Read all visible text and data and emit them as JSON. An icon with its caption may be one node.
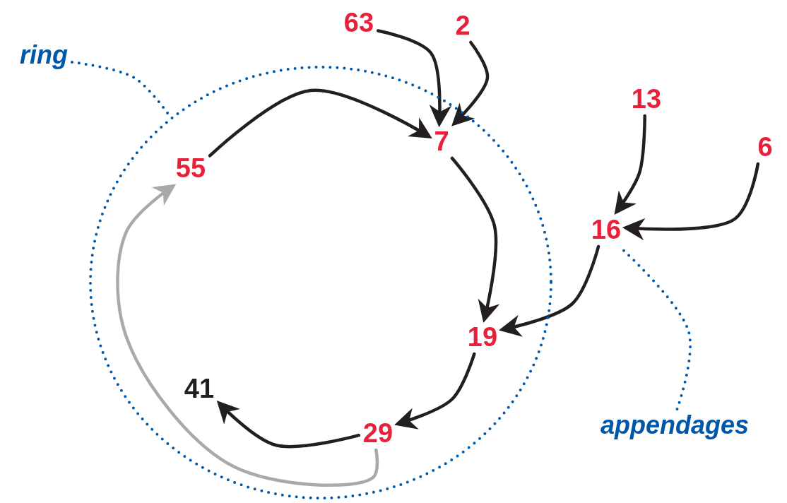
{
  "diagram": {
    "nodes": [
      {
        "text": [
          "ring"
        ]
      },
      {
        "text": [],
        "shape": "circle"
      },
      {
        "text": [
          "63"
        ]
      },
      {
        "text": [
          "2"
        ]
      },
      {
        "text": [
          "7"
        ],
        "in": 1
      },
      {
        "text": [
          "13"
        ]
      },
      {
        "text": [
          "55"
        ],
        "in": 1
      },
      {
        "text": [
          "6"
        ]
      },
      {
        "text": [
          "16"
        ]
      },
      {
        "text": [
          "19"
        ],
        "in": 1
      },
      {
        "text": [
          "41"
        ],
        "in": 1
      },
      {
        "text": [
          "29"
        ],
        "in": 1
      },
      {
        "text": [
          "appendages"
        ]
      }
    ],
    "edges": [
      {
        "from": 2,
        "to": 4,
        "arrow": "to"
      },
      {
        "from": 3,
        "to": 4,
        "arrow": "to"
      },
      {
        "from": 6,
        "to": 4,
        "arrow": "to"
      },
      {
        "from": 4,
        "to": 9,
        "arrow": "to"
      },
      {
        "from": 5,
        "to": 8,
        "arrow": "to"
      },
      {
        "from": 7,
        "to": 8,
        "arrow": "to"
      },
      {
        "from": 8,
        "to": 9,
        "arrow": "to"
      },
      {
        "from": 9,
        "to": 11,
        "arrow": "to"
      },
      {
        "from": 11,
        "to": 10,
        "arrow": "to"
      },
      {
        "from": 11,
        "to": 6,
        "arrow": "to",
        "color": "#a7a9ac"
      },
      {
        "from": 0,
        "to": 1,
        "arrow": "none",
        "style": "dashed",
        "color": "#0057a8"
      },
      {
        "from": 12,
        "to": 8,
        "arrow": "none",
        "style": "dashed",
        "color": "#0057a8"
      }
    ]
  }
}
